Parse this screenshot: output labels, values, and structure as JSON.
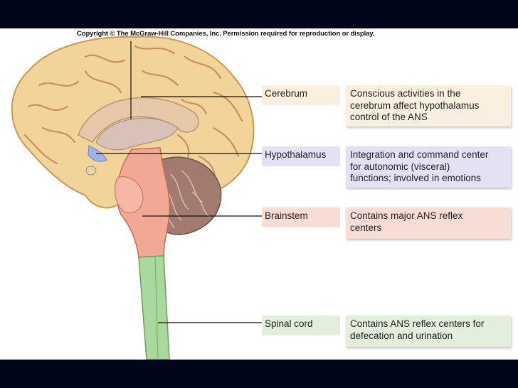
{
  "copyright": "Copyright © The McGraw-Hill Companies, Inc. Permission required for reproduction or display.",
  "regions": [
    {
      "label": "Cerebrum",
      "description": [
        "Conscious activities in the",
        "cerebrum affect hypothalamus",
        "control of the ANS"
      ],
      "color": "#fbefe0"
    },
    {
      "label": "Hypothalamus",
      "description": [
        "Integration and command center",
        "for autonomic (visceral)",
        "functions; involved in emotions"
      ],
      "color": "#e4e1f4"
    },
    {
      "label": "Brainstem",
      "description": [
        "Contains major ANS reflex",
        "centers"
      ],
      "color": "#f8ddd4"
    },
    {
      "label": "Spinal cord",
      "description": [
        "Contains ANS reflex centers for",
        "defecation and urination"
      ],
      "color": "#e4eedd"
    }
  ],
  "colors": {
    "background_bar": "#01061a",
    "cerebrum": "#f2d39a",
    "brainstem": "#f3a894",
    "spinal_cord": "#a8d89a",
    "cerebellum": "#9c6e66"
  }
}
